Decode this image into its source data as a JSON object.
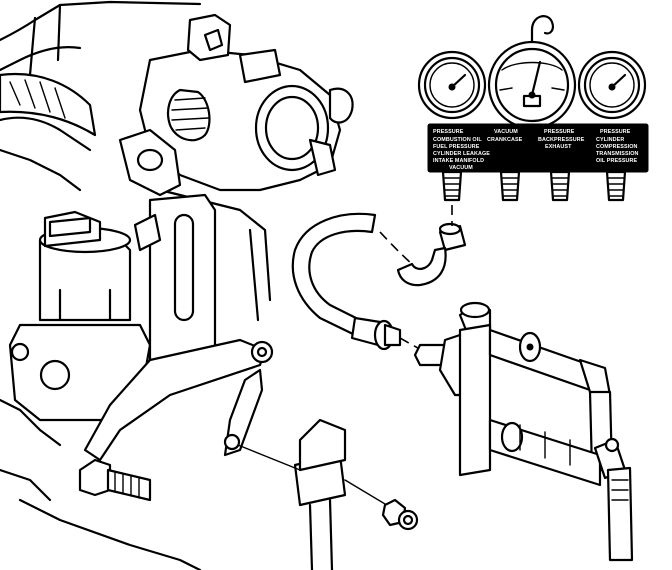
{
  "gauge_panel": {
    "columns": [
      {
        "header": "PRESSURE",
        "lines": [
          "COMBUSTION OIL",
          "FUEL PRESSURE",
          "CYLINDER LEAKAGE",
          "INTAKE MANIFOLD",
          "VACUUM"
        ]
      },
      {
        "header": "VACUUM",
        "lines": [
          "CRANKCASE"
        ]
      },
      {
        "header": "PRESSURE",
        "lines": [
          "BACKPRESSURE",
          "EXHAUST"
        ]
      },
      {
        "header": "PRESSURE",
        "lines": [
          "CYLINDER",
          "COMPRESSION",
          "TRANSMISSION",
          "OIL PRESSURE"
        ]
      }
    ]
  }
}
